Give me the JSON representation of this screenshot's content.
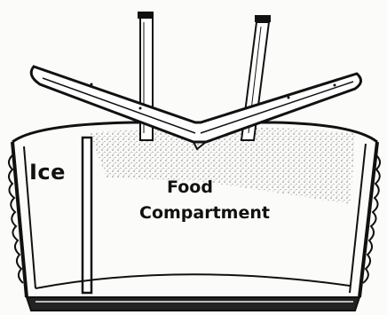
{
  "labels": {
    "ice": "Ice",
    "food_line_1": "Food",
    "food_line_2": "Compartment"
  },
  "colors": {
    "ink": "#111111",
    "paper": "#fbfbf9"
  }
}
